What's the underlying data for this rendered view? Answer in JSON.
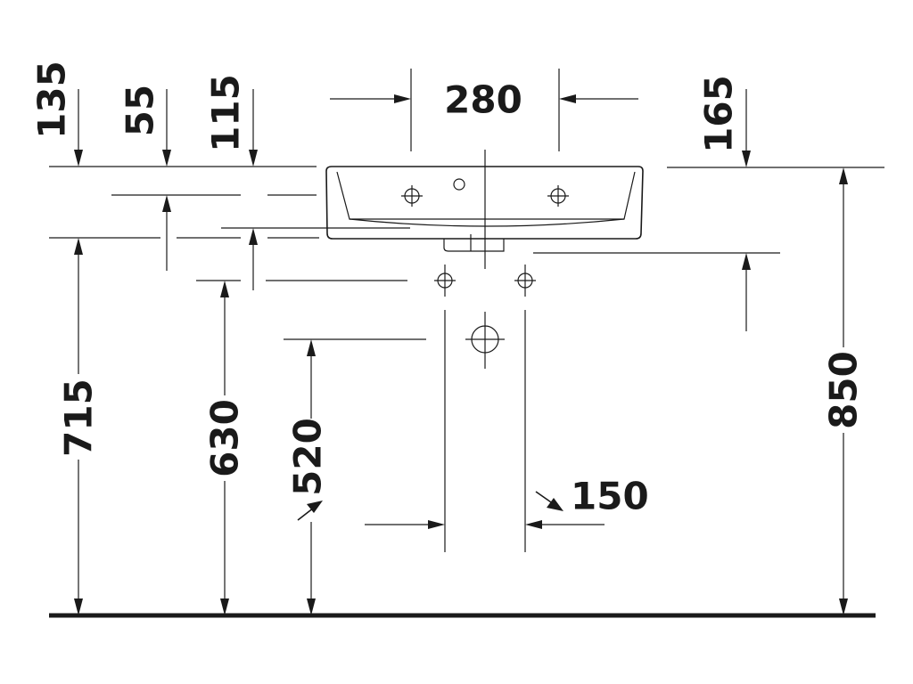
{
  "dimensions": {
    "d135": "135",
    "d55": "55",
    "d115": "115",
    "d280": "280",
    "d165": "165",
    "d715": "715",
    "d630": "630",
    "d520": "520",
    "d150": "150",
    "d850": "850"
  },
  "colors": {
    "line": "#1a1a1a",
    "background": "#ffffff"
  }
}
